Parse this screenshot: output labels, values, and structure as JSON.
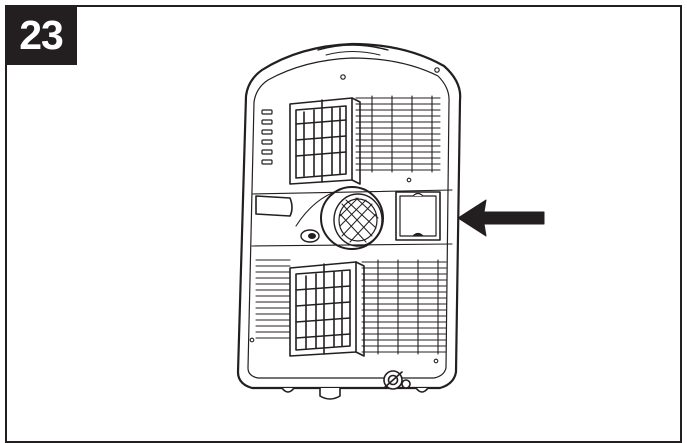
{
  "step": {
    "number": "23"
  },
  "illustration": {
    "subject": "portable-air-conditioner-rear-view",
    "callout": "arrow-pointing-to-filter-cover"
  },
  "colors": {
    "ink": "#231f20",
    "paper": "#ffffff"
  }
}
